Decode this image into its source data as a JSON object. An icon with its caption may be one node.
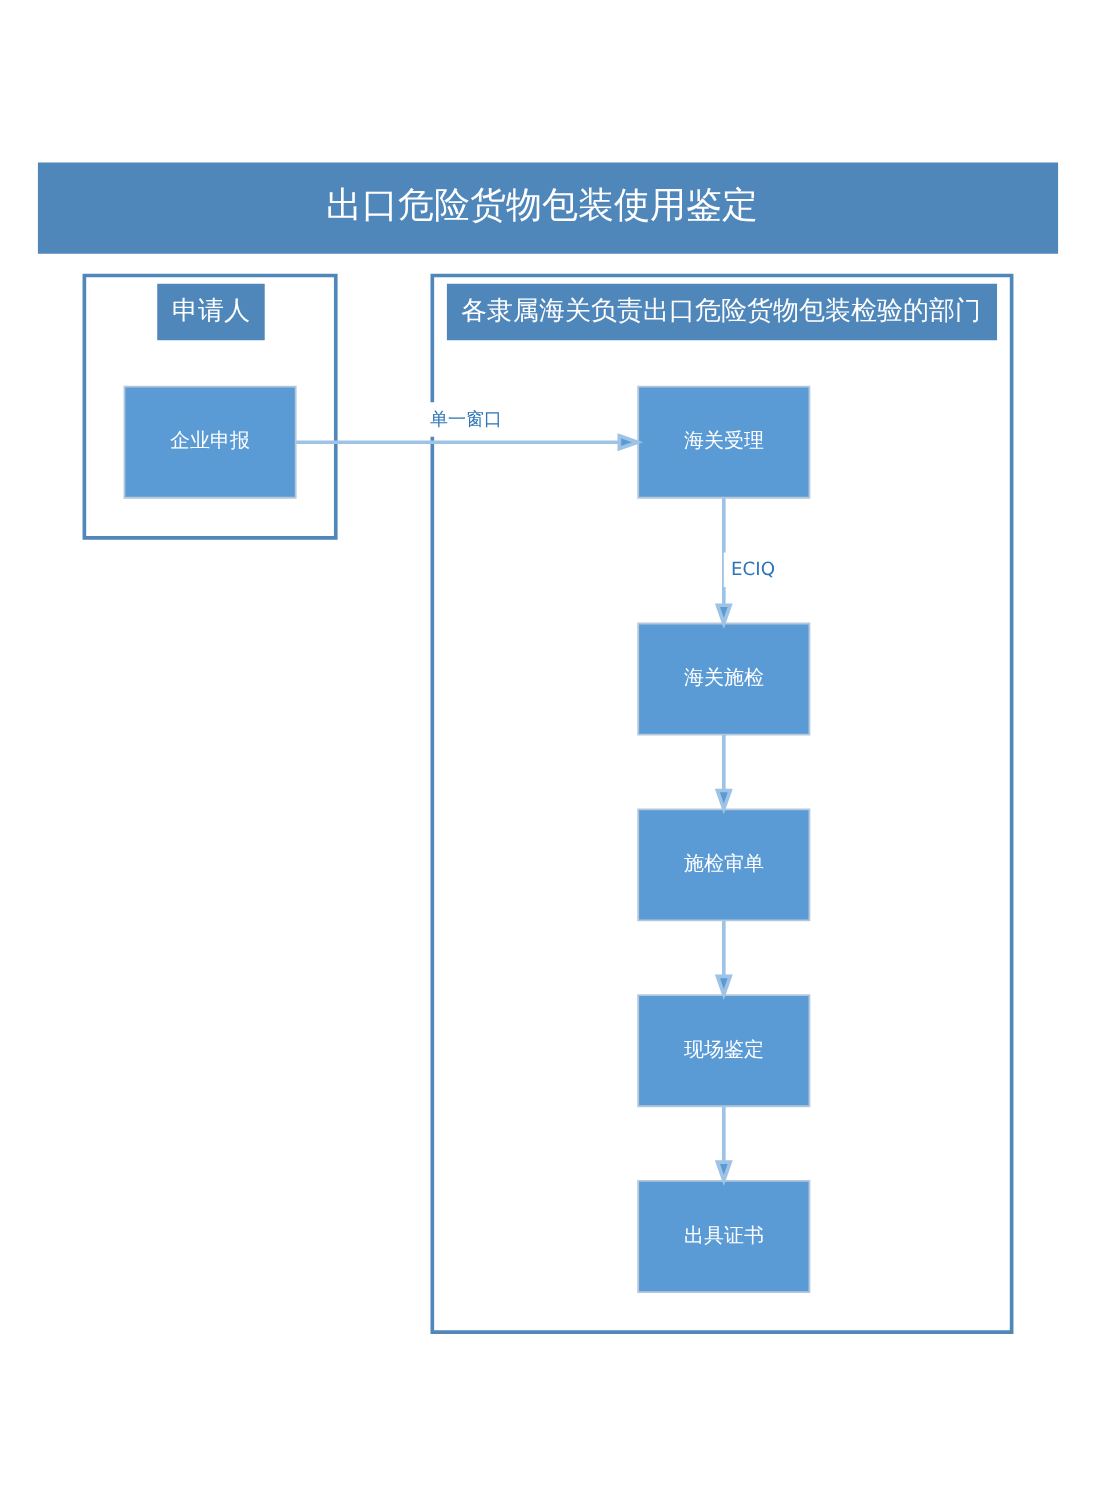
{
  "diagram": {
    "title": "出口危险货物包装使用鉴定",
    "nodes": [
      {
        "text": [
          "申请人"
        ]
      },
      {
        "text": [
          "各隶属海关负责出口危险货物包装检验的部门"
        ]
      },
      {
        "text": [
          "企业申报"
        ],
        "in": 0
      },
      {
        "text": [
          "海关受理"
        ],
        "in": 1
      },
      {
        "text": [
          "海关施检"
        ],
        "in": 1
      },
      {
        "text": [
          "施检审单"
        ],
        "in": 1
      },
      {
        "text": [
          "现场鉴定"
        ],
        "in": 1
      },
      {
        "text": [
          "出具证书"
        ],
        "in": 1
      }
    ],
    "edges": [
      {
        "from": 2,
        "to": 3,
        "arrow": "to",
        "label": "单一窗口"
      },
      {
        "from": 3,
        "to": 4,
        "arrow": "to",
        "label": "ECIQ"
      },
      {
        "from": 4,
        "to": 5,
        "arrow": "to"
      },
      {
        "from": 5,
        "to": 6,
        "arrow": "to"
      },
      {
        "from": 6,
        "to": 7,
        "arrow": "to"
      }
    ]
  }
}
